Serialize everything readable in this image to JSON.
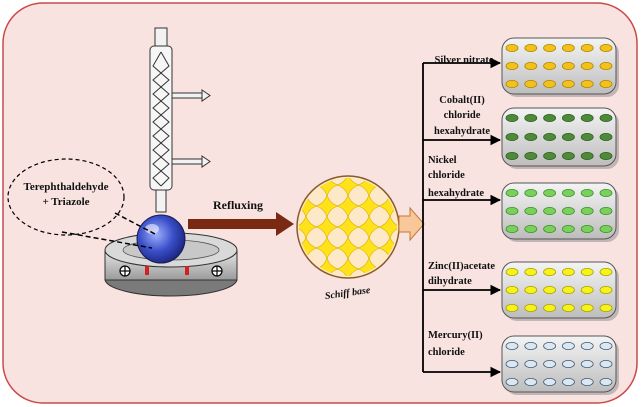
{
  "reactants": {
    "line1": "Terephthaldehyde",
    "line2": "+ Triazole"
  },
  "step_label": "Refluxing",
  "product_label": "Schiff base",
  "metal_salts": [
    {
      "lines": [
        "Silver nitrate"
      ],
      "dot_color": "#f2c21b",
      "dot_stroke": "#b08400"
    },
    {
      "lines": [
        "Cobalt(II)",
        "chloride",
        "hexahydrate"
      ],
      "dot_color": "#4f8a3a",
      "dot_stroke": "#2f5f22"
    },
    {
      "lines": [
        "Nickel",
        "chloride",
        "hexahydrate"
      ],
      "dot_color": "#79d15b",
      "dot_stroke": "#3f8f2a"
    },
    {
      "lines": [
        "Zinc(II)acetate",
        "dihydrate"
      ],
      "dot_color": "#f6f21a",
      "dot_stroke": "#a8a000"
    },
    {
      "lines": [
        "Mercury(II)",
        "chloride"
      ],
      "dot_color": "#dde7f0",
      "dot_stroke": "#3c5a78"
    }
  ],
  "colors": {
    "background": "#f8e3e1",
    "border": "#c94b4b",
    "arrow": "#7a2a12",
    "flask": "#3a4fc8",
    "product_fill": "#fde8c8",
    "product_star": "#ffe21a",
    "block_arrow": "#f8c89a"
  }
}
